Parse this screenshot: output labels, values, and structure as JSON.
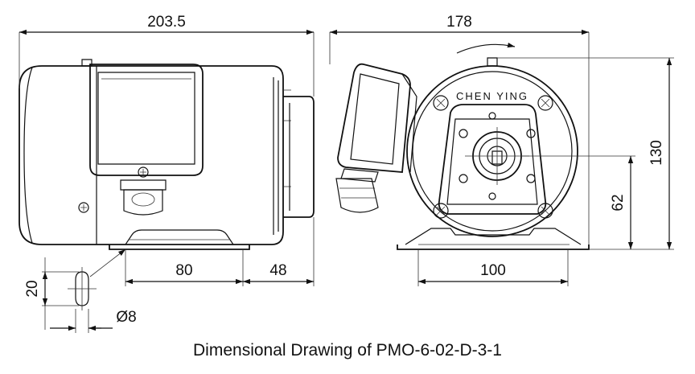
{
  "dimensions": {
    "overall_length": "203.5",
    "overall_depth": "178",
    "overall_height": "130",
    "shaft_height": "62",
    "foot_span": "80",
    "front_offset": "48",
    "foot_width": "100",
    "slot_length": "20",
    "slot_diameter": "Ø8"
  },
  "brand_mark": "CHEN YING",
  "caption": "Dimensional Drawing of PMO-6-02-D-3-1"
}
